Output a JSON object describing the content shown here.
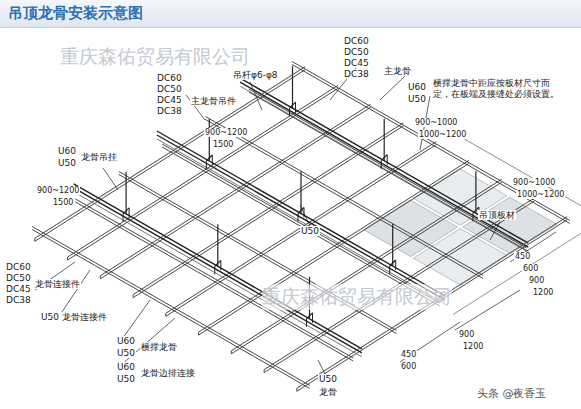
{
  "diagram": {
    "title": "吊顶龙骨安装示意图",
    "labels": [
      "重庆森佑贸易有限公司",
      "DC60",
      "DC50",
      "DC45",
      "DC38",
      "主龙骨吊件",
      "吊杆φ6-φ8",
      "DC60",
      "DC50",
      "DC45",
      "DC38",
      "主龙骨",
      "U60",
      "U50",
      "横撑龙骨中距应按板材尺寸而定，在板端及接缝处必须设置。",
      "900~1200",
      "1500",
      "900~1000",
      "1000~1200",
      "U60",
      "U50",
      "龙骨吊挂",
      "900~1200",
      "1500",
      "900~1000",
      "1000~1200",
      "U50",
      "吊顶板材",
      "DC60",
      "DC50",
      "DC45",
      "DC38",
      "龙骨连接件",
      "450",
      "600",
      "900",
      "1200",
      "重庆森佑贸易有限公司",
      "U50 龙骨连接件",
      "U60",
      "U50",
      "横撑龙骨",
      "450",
      "600",
      "900",
      "1200",
      "U60",
      "U50",
      "龙骨边排连接",
      "U50",
      "龙骨",
      "头条 @夜香玉"
    ]
  }
}
